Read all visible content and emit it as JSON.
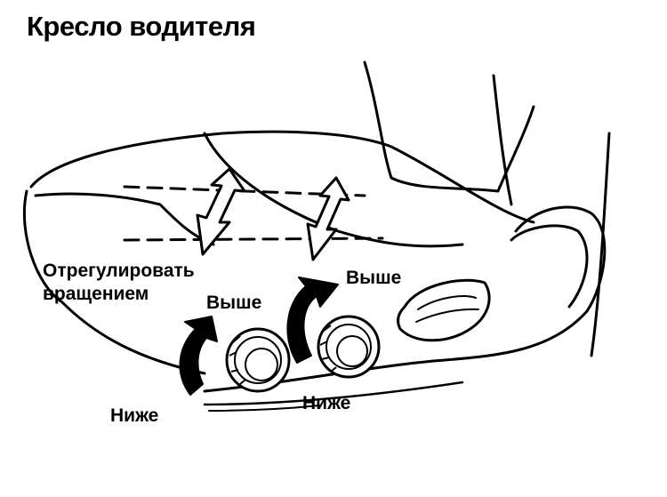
{
  "title": "Кресло водителя",
  "labels": {
    "adjust_line1": "Отрегулировать",
    "adjust_line2": "вращением",
    "up_left": "Выше",
    "up_right": "Выше",
    "down_left": "Ниже",
    "down_right": "Ниже"
  },
  "colors": {
    "ink": "#000000",
    "paper": "#ffffff"
  }
}
